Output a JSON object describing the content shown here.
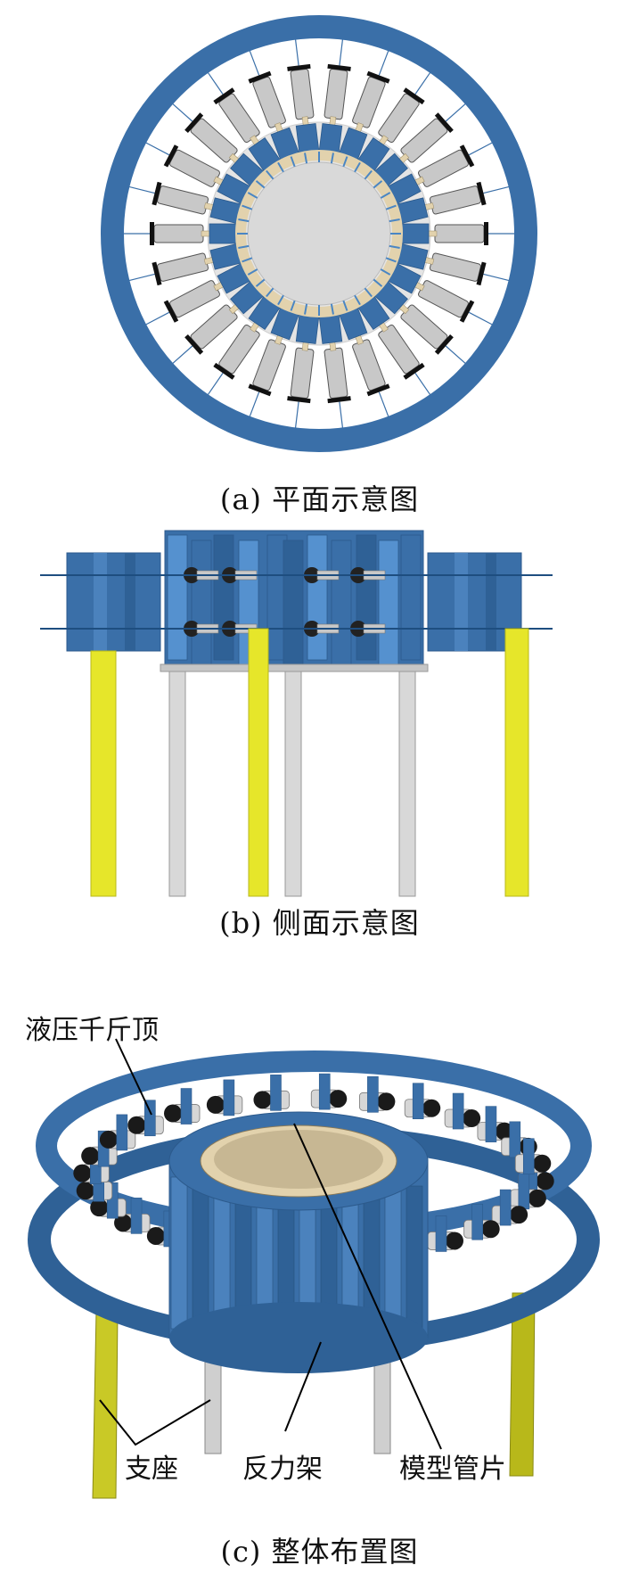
{
  "captions": {
    "plan": "(a)  平面示意图",
    "side": "(b)  侧面示意图",
    "overall": "(c)  整体布置图"
  },
  "labels": {
    "jack": "液压千斤顶",
    "support": "支座",
    "reaction_frame": "反力架",
    "segment": "模型管片"
  },
  "colors": {
    "frame_blue": "#3a6fa8",
    "frame_dark": "#2c5a8c",
    "jack_gray": "#c8c8c8",
    "segment_tan": "#e2d2ad",
    "support_yellow": "#e6e62a",
    "pole_gray": "#cfcfcf"
  }
}
